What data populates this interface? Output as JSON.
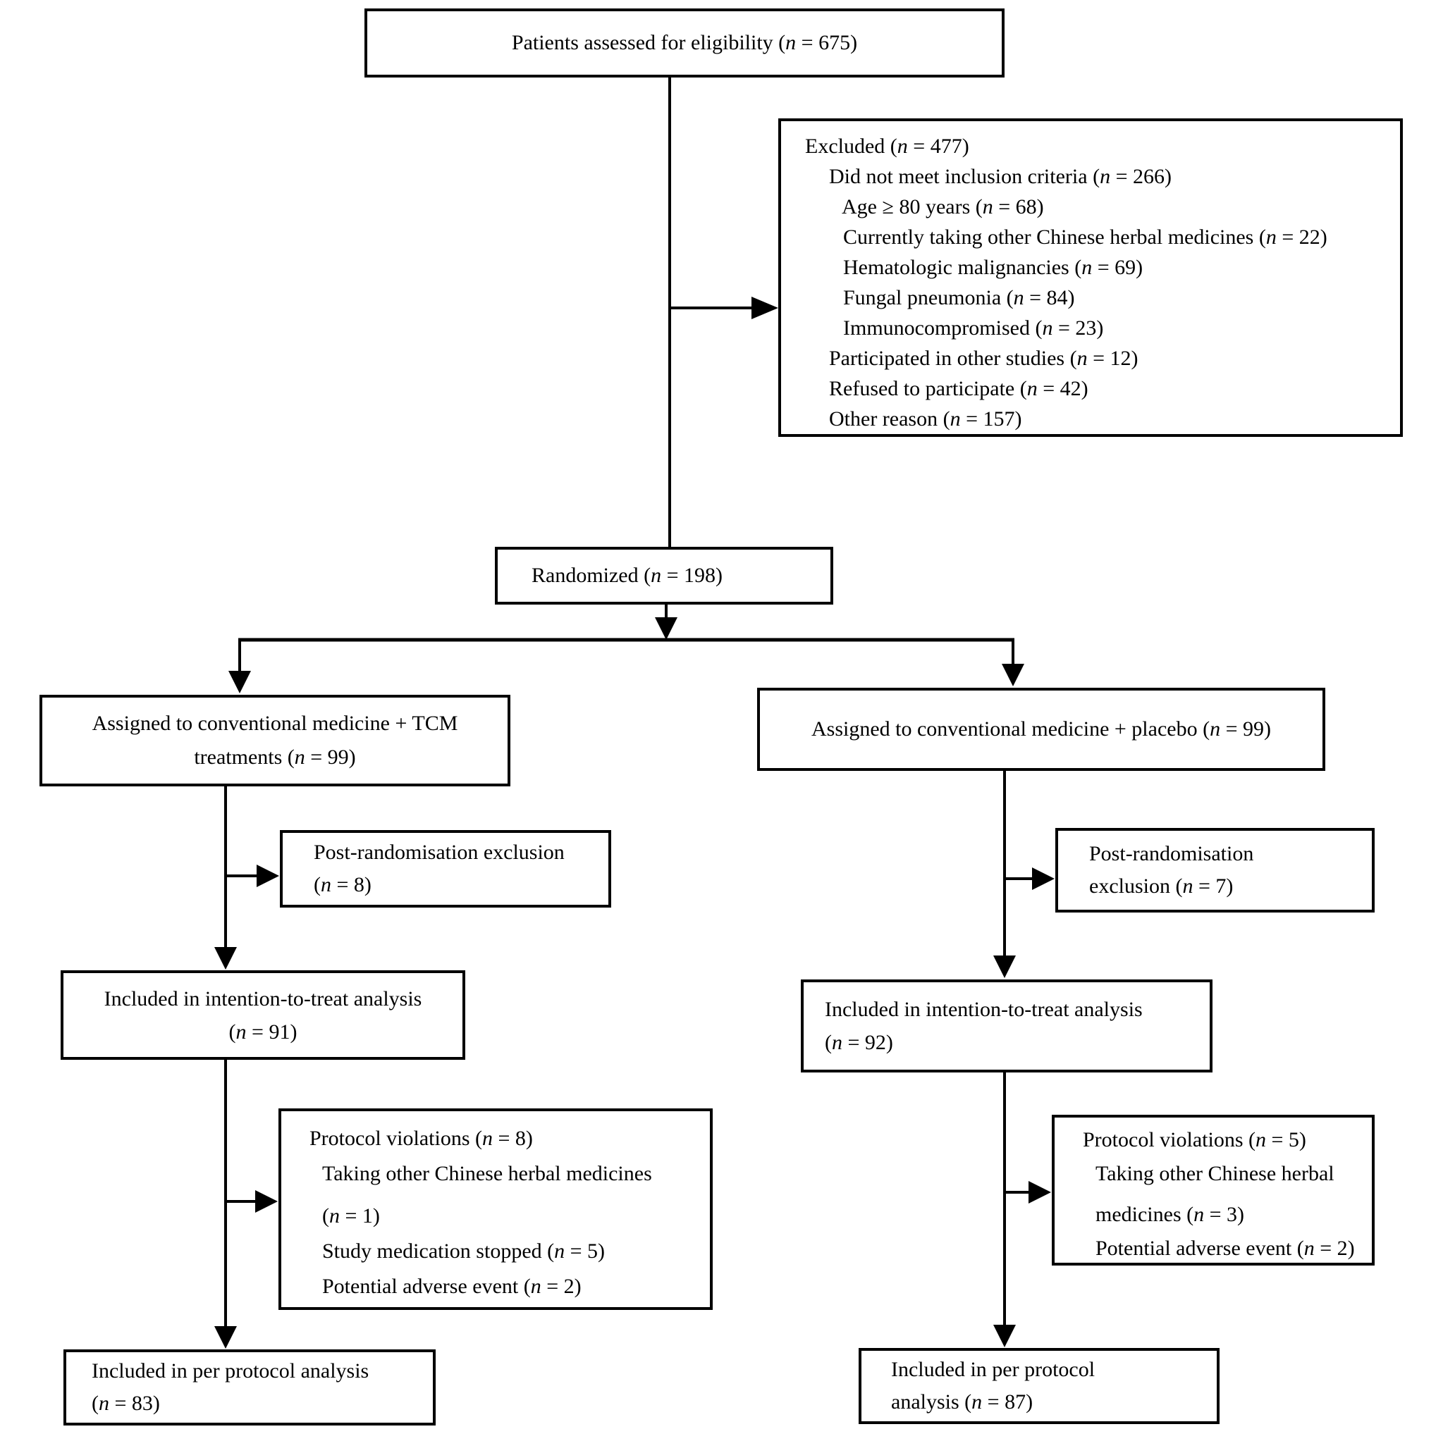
{
  "colors": {
    "line": "#000000",
    "box_border": "#000000",
    "box_background": "#ffffff",
    "text": "#000000"
  },
  "boxes": {
    "eligibility": {
      "lines": [
        {
          "text": "Patients assessed for eligibility",
          "n": "675"
        }
      ]
    },
    "excluded": {
      "lines": [
        {
          "text": "Excluded",
          "n": "477",
          "indent": 0
        },
        {
          "text": "Did not meet inclusion criteria",
          "n": "266",
          "indent": 1
        },
        {
          "text": "Age ≥ 80 years",
          "n": "68",
          "indent": 2
        },
        {
          "text": "Currently taking other Chinese herbal medicines",
          "n": "22",
          "indent": 3
        },
        {
          "text": "Hematologic malignancies",
          "n": "69",
          "indent": 3
        },
        {
          "text": "Fungal pneumonia",
          "n": "84",
          "indent": 3
        },
        {
          "text": "Immunocompromised",
          "n": "23",
          "indent": 3
        },
        {
          "text": "Participated in other studies",
          "n": "12",
          "indent": 1
        },
        {
          "text": "Refused to participate",
          "n": "42",
          "indent": 1
        },
        {
          "text": "Other reason",
          "n": "157",
          "indent": 1
        }
      ]
    },
    "randomized": {
      "lines": [
        {
          "text": "Randomized",
          "n": "198"
        }
      ]
    },
    "assign_tcm": {
      "lines": [
        {
          "text": "Assigned to conventional medicine + TCM"
        },
        {
          "text": "treatments",
          "n": "99"
        }
      ]
    },
    "assign_placebo": {
      "lines": [
        {
          "text": "Assigned to conventional medicine + placebo",
          "n": "99"
        }
      ]
    },
    "postrand_excl_tcm": {
      "lines": [
        {
          "text": "Post-randomisation exclusion"
        },
        {
          "text": "",
          "n": "8"
        }
      ]
    },
    "postrand_excl_placebo": {
      "lines": [
        {
          "text": "Post-randomisation"
        },
        {
          "text": "exclusion",
          "n": "7"
        }
      ]
    },
    "itt_tcm": {
      "lines": [
        {
          "text": "Included in intention-to-treat analysis"
        },
        {
          "text": "",
          "n": "91"
        }
      ]
    },
    "itt_placebo": {
      "lines": [
        {
          "text": "Included in intention-to-treat analysis"
        },
        {
          "text": "",
          "n": "92"
        }
      ]
    },
    "violations_tcm": {
      "lines": [
        {
          "text": "Protocol violations",
          "n": "8",
          "indent": 0
        },
        {
          "text": "Taking other Chinese herbal medicines",
          "indent": 1
        },
        {
          "text": "",
          "n": "1",
          "indent": 1,
          "gap": true
        },
        {
          "text": "Study medication stopped",
          "n": "5",
          "indent": 1
        },
        {
          "text": "Potential adverse event",
          "n": "2",
          "indent": 1
        }
      ]
    },
    "violations_placebo": {
      "lines": [
        {
          "text": "Protocol violations",
          "n": "5",
          "indent": 0
        },
        {
          "text": "Taking other Chinese herbal",
          "indent": 1
        },
        {
          "text": "medicines",
          "n": "3",
          "indent": 1,
          "gap": true
        },
        {
          "text": "Potential adverse event",
          "n": "2",
          "indent": 1
        }
      ]
    },
    "per_protocol_tcm": {
      "lines": [
        {
          "text": "Included in per protocol analysis"
        },
        {
          "text": "",
          "n": "83"
        }
      ]
    },
    "per_protocol_placebo": {
      "lines": [
        {
          "text": "Included in per protocol"
        },
        {
          "text": "analysis",
          "n": "87"
        }
      ]
    }
  }
}
